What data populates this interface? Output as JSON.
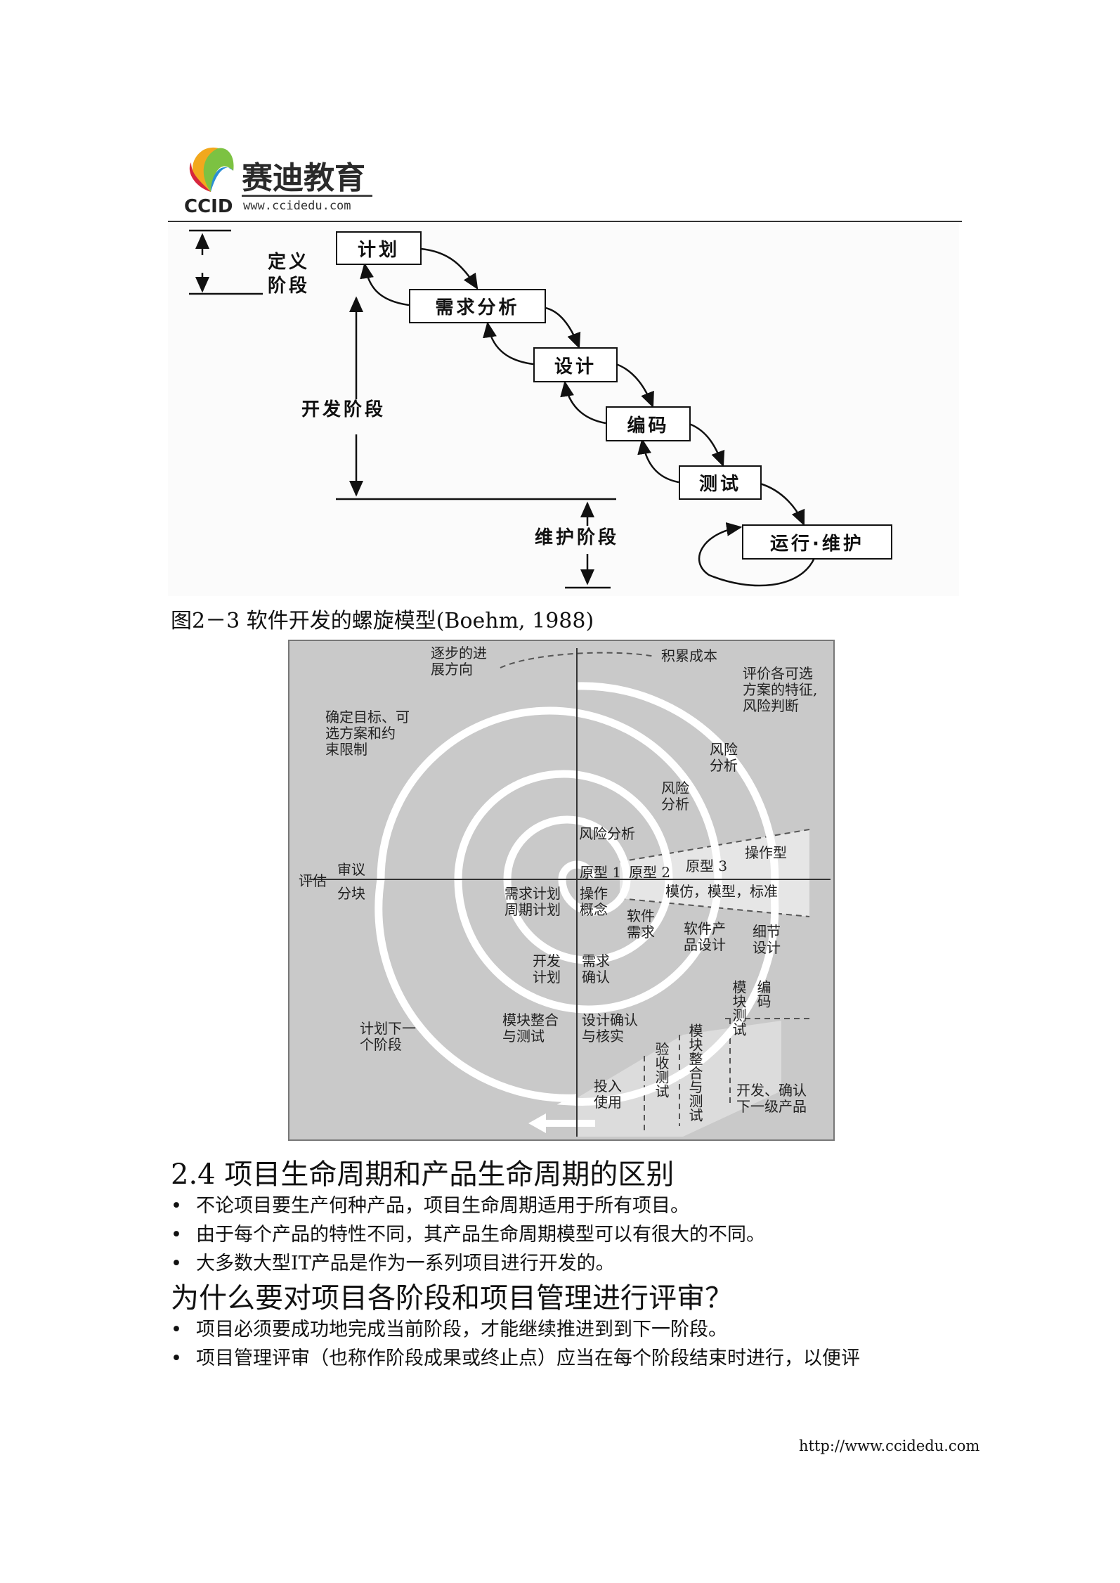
{
  "header": {
    "logo_cn": "赛迪教育",
    "logo_brand": "CCID",
    "logo_url": "www.ccidedu.com"
  },
  "waterfall": {
    "boxes": [
      "计划",
      "需求分析",
      "设计",
      "编码",
      "测试",
      "运行·维护"
    ],
    "stages": [
      "定义\n阶段",
      "开发阶段",
      "维护阶段"
    ]
  },
  "caption": "图2－3 软件开发的螺旋模型(Boehm, 1988)",
  "spiral": {
    "labels": {
      "progress": "逐步的进\n展方向",
      "cost": "积累成本",
      "evaluate": "评价各可选\n方案的特征,\n风险判断",
      "objectives": "确定目标、可\n选方案和约\n束限制",
      "risk_outer": "风险\n分析",
      "risk_mid": "风险\n分析",
      "risk_inner": "风险分析",
      "operational": "操作型",
      "proto3": "原型 3",
      "proto1": "原型 1",
      "proto2": "原型 2",
      "assess": "评估",
      "review": "审议",
      "partition": "分块",
      "simulation": "模仿，模型，标准",
      "req_plan": "需求计划\n周期计划",
      "concept": "操作\n概念",
      "sw_req": "软件\n需求",
      "product_design": "软件产\n品设计",
      "detail_design": "细节\n设计",
      "dev_plan": "开发\n计划",
      "req_valid": "需求\n确认",
      "code": "编码",
      "unit_test": "模块测试",
      "next_phase": "计划下一\n个阶段",
      "integ_test": "模块整合\n与测试",
      "design_valid": "设计确认\n与核实",
      "integ_test2": "模块整合与测试",
      "accept_test": "验收测试",
      "deploy": "投入\n使用",
      "develop_next": "开发、确认\n下一级产品"
    }
  },
  "section1": {
    "heading": "2.4 项目生命周期和产品生命周期的区别",
    "bullets": [
      "不论项目要生产何种产品，项目生命周期适用于所有项目。",
      "由于每个产品的特性不同，其产品生命周期模型可以有很大的不同。",
      "大多数大型IT产品是作为一系列项目进行开发的。"
    ]
  },
  "section2": {
    "heading": "为什么要对项目各阶段和项目管理进行评审？",
    "bullets": [
      "项目必须要成功地完成当前阶段，才能继续推进到到下一阶段。",
      "项目管理评审（也称作阶段成果或终止点）应当在每个阶段结束时进行，以便评"
    ]
  },
  "footer": {
    "url": "http://www.ccidedu.com"
  },
  "bullet_symbol": "•"
}
